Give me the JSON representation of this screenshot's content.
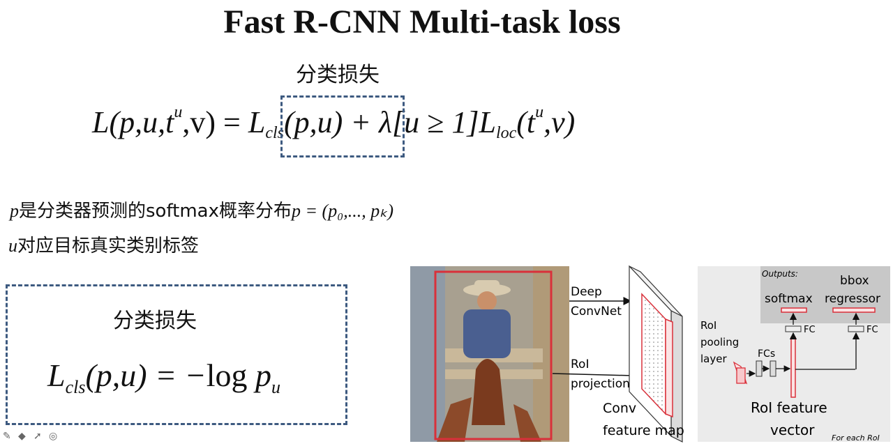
{
  "title": "Fast R-CNN Multi-task loss",
  "cls_loss_label": "分类损失",
  "main_equation": {
    "lhs": "L(p,u,t",
    "lhs_sup": "u",
    "lhs_end": ",v) = ",
    "cls": "L",
    "cls_sub": "cls",
    "cls_args": "(p,u)",
    "plus": " + λ[u ≥ 1]",
    "loc": "L",
    "loc_sub": "loc",
    "loc_args": "(t",
    "loc_sup": "u",
    "loc_end": ",v)"
  },
  "desc_p": {
    "var": "p",
    "text": "是分类器预测的softmax概率分布",
    "formula": "p = (p₀,..., pₖ)"
  },
  "desc_u": {
    "var": "u",
    "text": "对应目标真实类别标签"
  },
  "box_label": "分类损失",
  "box_equation": {
    "lhs": "L",
    "lhs_sub": "cls",
    "args": "(p,u) = −",
    "log": "log",
    "p": " p",
    "p_sub": "u"
  },
  "diagram": {
    "deep": "Deep",
    "convnet": "ConvNet",
    "roi_proj_1": "RoI",
    "roi_proj_2": "projection",
    "conv_fm_1": "Conv",
    "conv_fm_2": "feature map",
    "roi_pool_1": "RoI",
    "roi_pool_2": "pooling",
    "roi_pool_3": "layer",
    "fcs": "FCs",
    "roi_fv_1": "RoI feature",
    "roi_fv_2": "vector",
    "outputs": "Outputs:",
    "softmax": "softmax",
    "bbox_1": "bbox",
    "bbox_2": "regressor",
    "fc": "FC",
    "for_each": "For each RoI",
    "accent": "#d9303a"
  },
  "toolbar": [
    "pen-icon",
    "eraser-icon",
    "pointer-icon",
    "target-icon"
  ]
}
